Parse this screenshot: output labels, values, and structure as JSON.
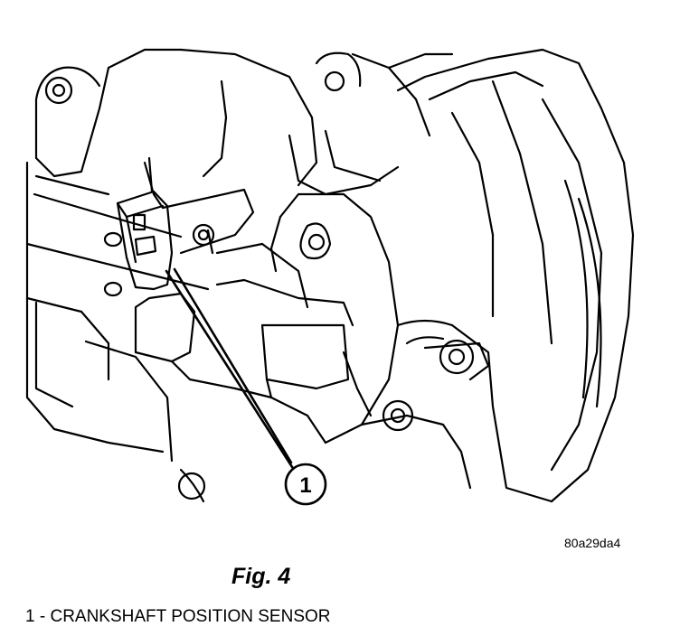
{
  "figure": {
    "image_code": "80a29da4",
    "caption": "Fig. 4",
    "callout_number": "1",
    "legend": [
      {
        "number": "1",
        "separator": " - ",
        "text": "CRANKSHAFT POSITION SENSOR"
      }
    ]
  },
  "colors": {
    "ink": "#000000",
    "paper": "#ffffff"
  }
}
